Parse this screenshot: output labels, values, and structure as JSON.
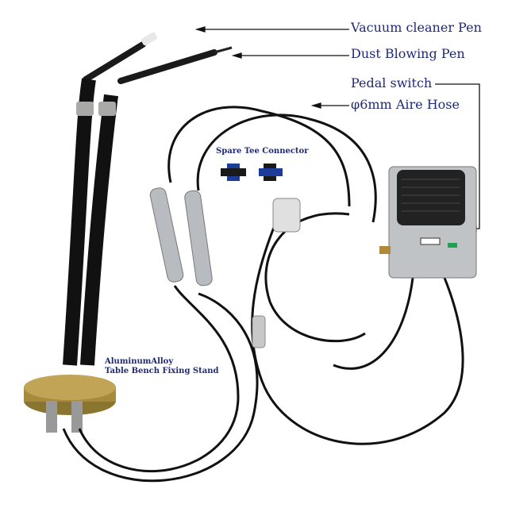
{
  "labels": {
    "vacuum_pen": "Vacuum cleaner Pen",
    "dust_pen": "Dust Blowing Pen",
    "pedal_switch": "Pedal switch",
    "air_hose": "φ6mm Aire Hose",
    "spare_tee": "Spare Tee Connector",
    "stand_line1": "AluminumAlloy",
    "stand_line2": "Table Bench Fixing Stand"
  },
  "colors": {
    "label_text": "#1f2a78",
    "hose": "#111111",
    "brass": "#a88a3c",
    "metal": "#b8bcc0",
    "tee_blue": "#1c3c9c"
  }
}
